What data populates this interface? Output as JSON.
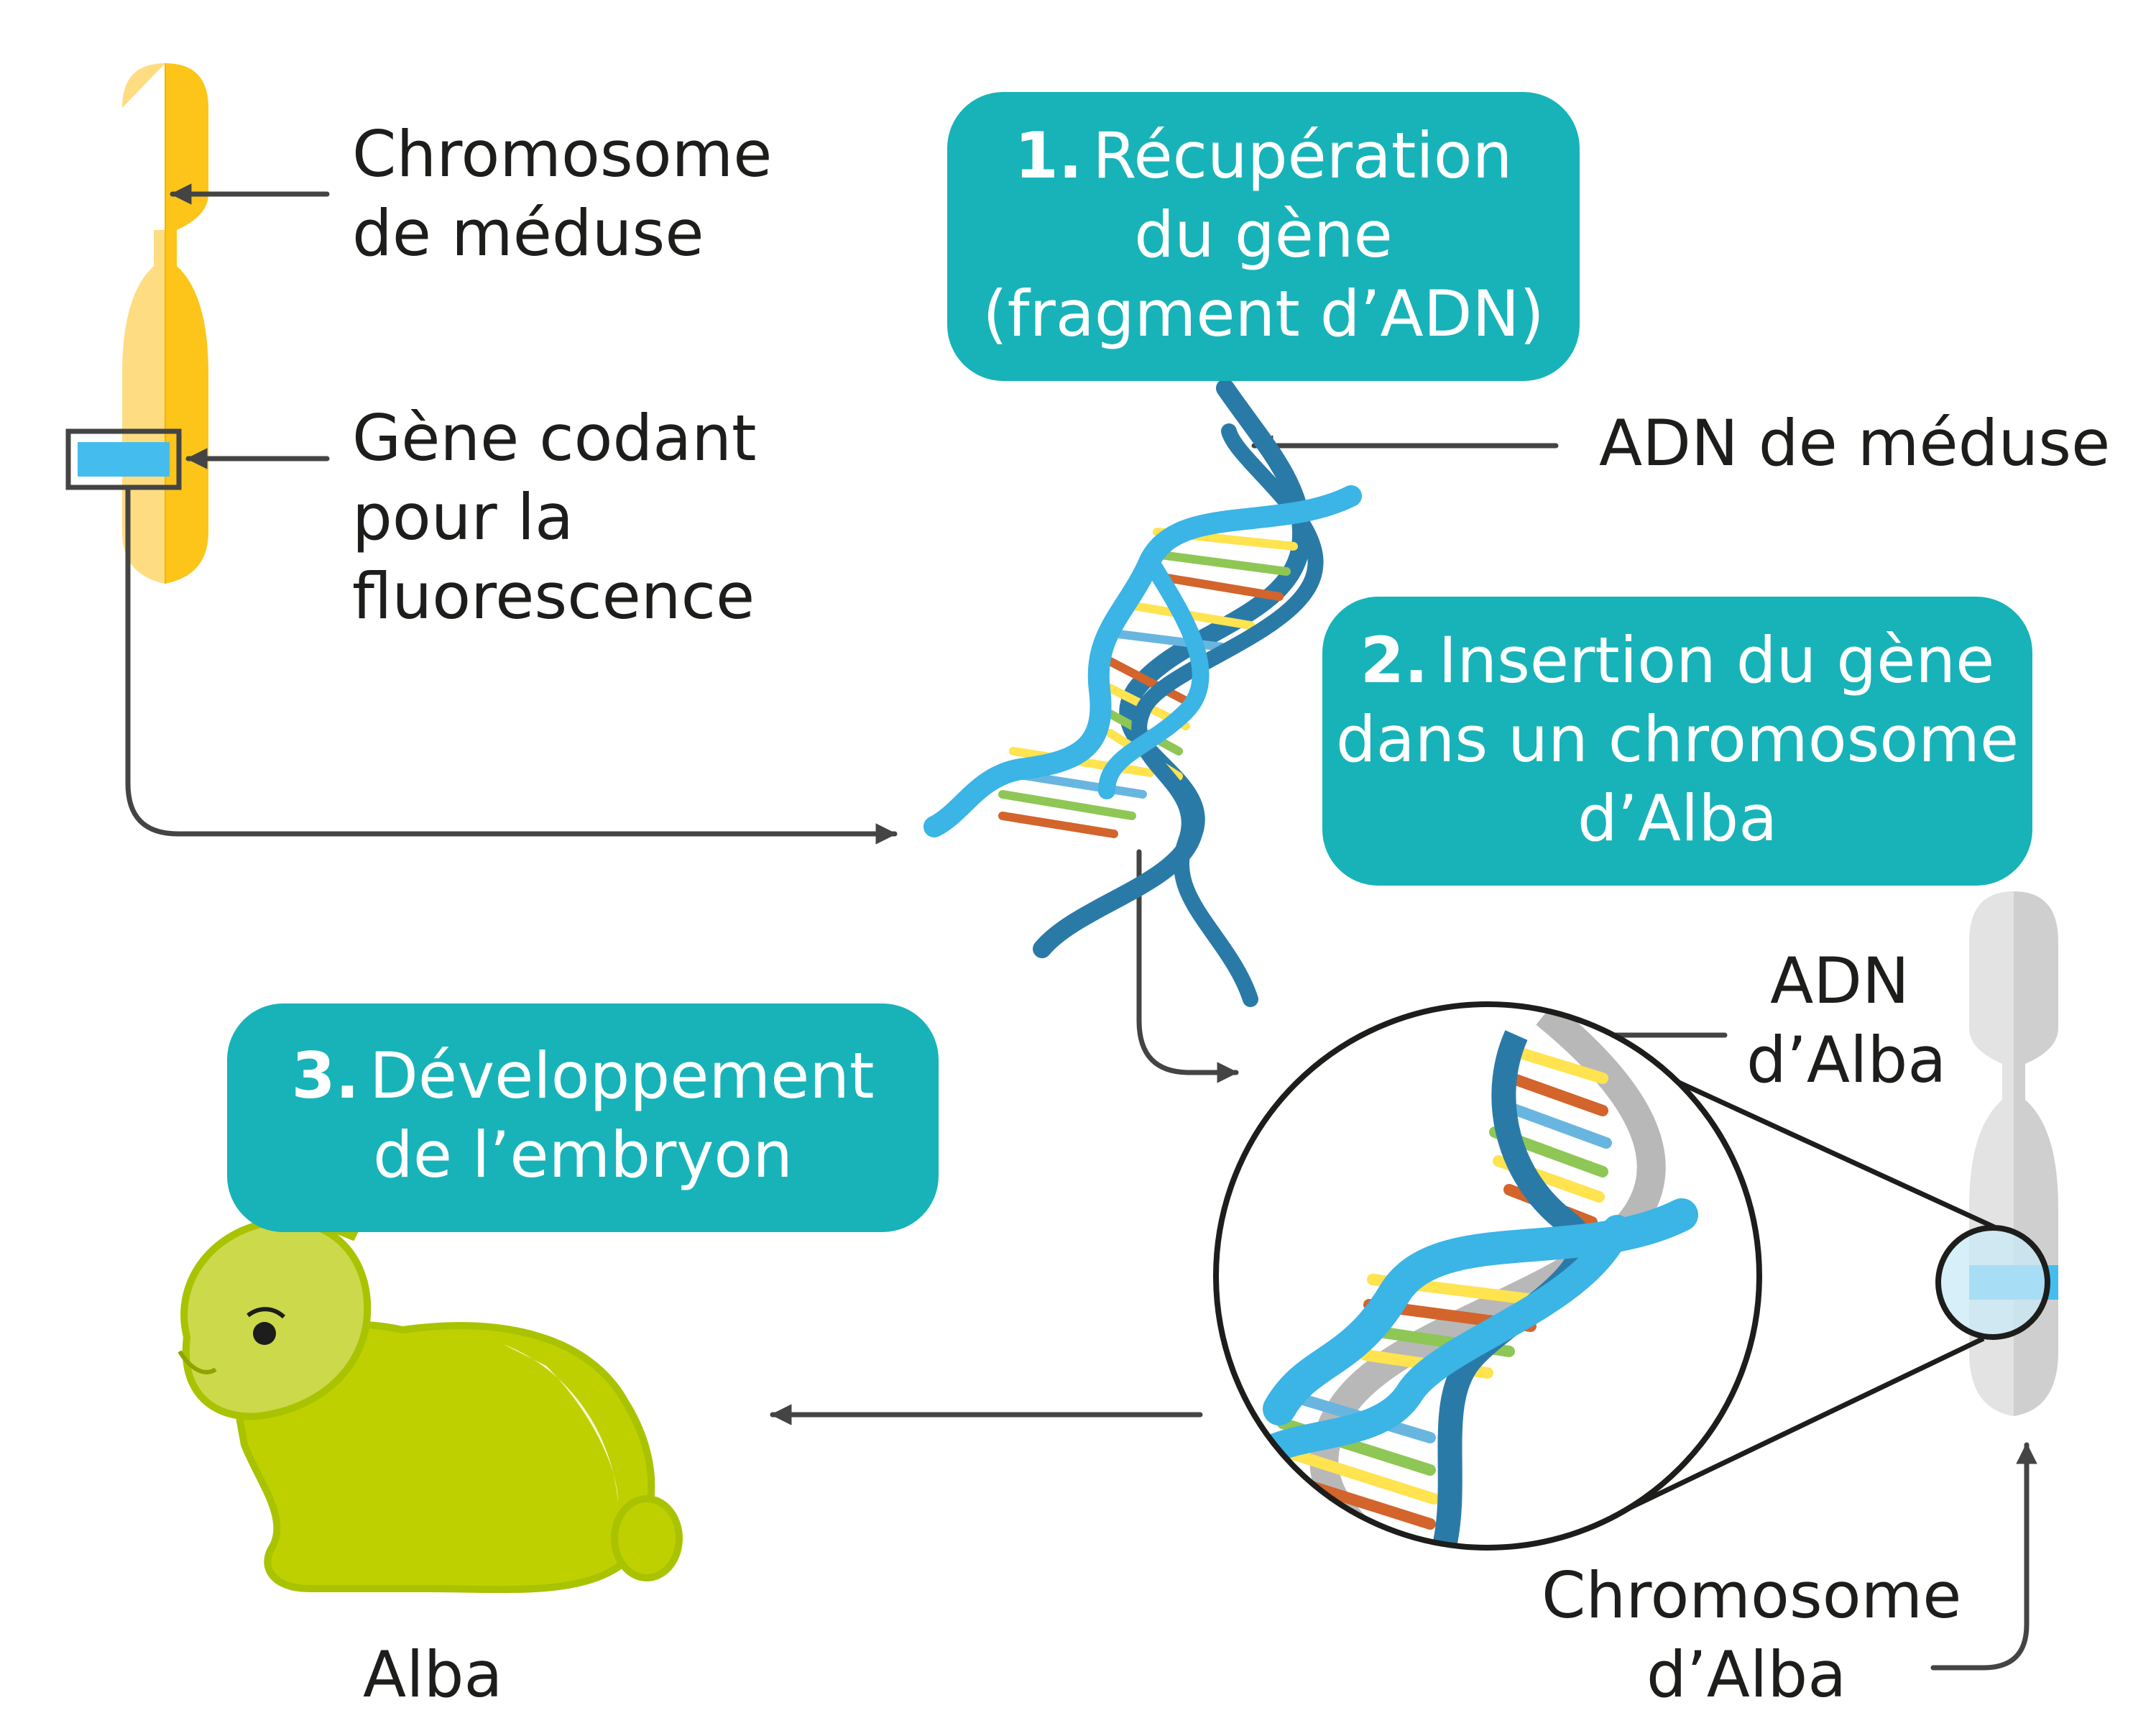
{
  "labels": {
    "jellyfish_chromosome": [
      "Chromosome",
      "de méduse"
    ],
    "fluorescence_gene": [
      "Gène codant",
      "pour la",
      "fluorescence"
    ],
    "jellyfish_dna": "ADN de méduse",
    "alba_dna": [
      "ADN",
      "d’Alba"
    ],
    "alba_chromosome": [
      "Chromosome",
      "d’Alba"
    ],
    "alba": "Alba"
  },
  "steps": [
    {
      "number": "1.",
      "lines": [
        "Récupération",
        "du gène",
        "(fragment d’ADN)"
      ]
    },
    {
      "number": "2.",
      "lines": [
        "Insertion du gène",
        "dans un chromosome",
        "d’Alba"
      ]
    },
    {
      "number": "3.",
      "lines": [
        "Développement",
        "de l’embryon"
      ]
    }
  ],
  "colors": {
    "step_box": "#17b3b8",
    "jellyfish_chromosome": "#fdc41a",
    "alba_chromosome": "#d2d2d2",
    "gene": "#44bdee",
    "dna_strand": "#3bb4e6",
    "dna_strand_back": "#2a7aa8",
    "rabbit": "#bfd000",
    "arrow": "#444444"
  },
  "icons": [
    "jellyfish-chromosome-icon",
    "dna-helix-icon",
    "magnifier-circle-icon",
    "alba-chromosome-icon",
    "rabbit-icon"
  ]
}
